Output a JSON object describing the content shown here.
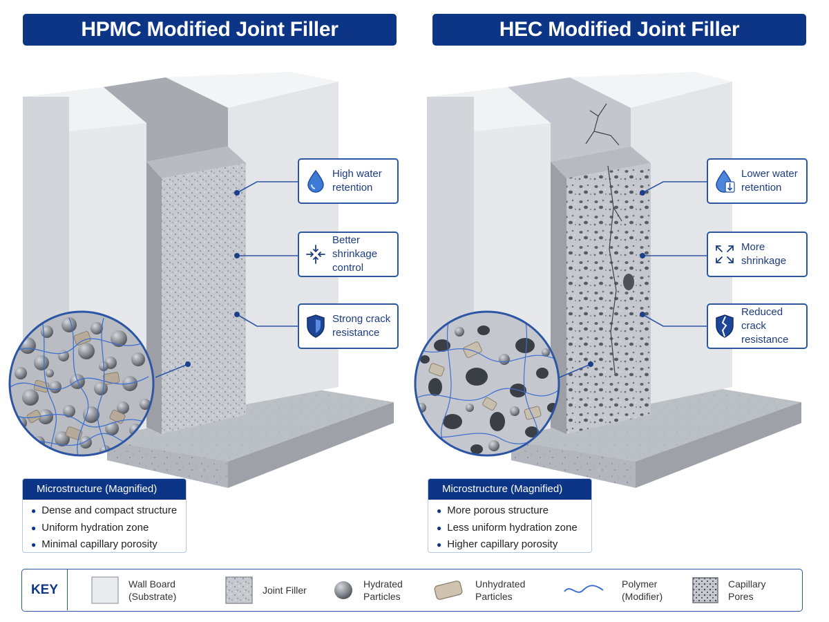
{
  "panels": {
    "left": {
      "title": "HPMC Modified Joint Filler",
      "callouts": [
        "High water retention",
        "Better shrinkage control",
        "Strong crack resistance"
      ],
      "micro_title": "Microstructure (Magnified)",
      "micro_items": [
        "Dense and compact structure",
        "Uniform hydration zone",
        "Minimal capillary porosity"
      ]
    },
    "right": {
      "title": "HEC Modified Joint Filler",
      "callouts": [
        "Lower water retention",
        "More shrinkage",
        "Reduced crack resistance"
      ],
      "micro_title": "Microstructure (Magnified)",
      "micro_items": [
        "More porous structure",
        "Less uniform hydration zone",
        "Higher capillary porosity"
      ]
    }
  },
  "key": {
    "label": "KEY",
    "items": [
      {
        "line1": "Wall Board",
        "line2": "(Substrate)"
      },
      {
        "line1": "Joint Filler",
        "line2": ""
      },
      {
        "line1": "Hydrated",
        "line2": "Particles"
      },
      {
        "line1": "Unhydrated",
        "line2": "Particles"
      },
      {
        "line1": "Polymer",
        "line2": "(Modifier)"
      },
      {
        "line1": "Capillary",
        "line2": "Pores"
      }
    ]
  },
  "icons": [
    "water-drop-icon",
    "inward-arrows-icon",
    "shield-icon",
    "water-drop-down-icon",
    "outward-arrows-icon",
    "cracked-shield-icon"
  ],
  "colors": {
    "header": "#0d3585",
    "accent": "#2c55a3",
    "board": "#e8eaee",
    "filler": "#c9ccd2"
  }
}
